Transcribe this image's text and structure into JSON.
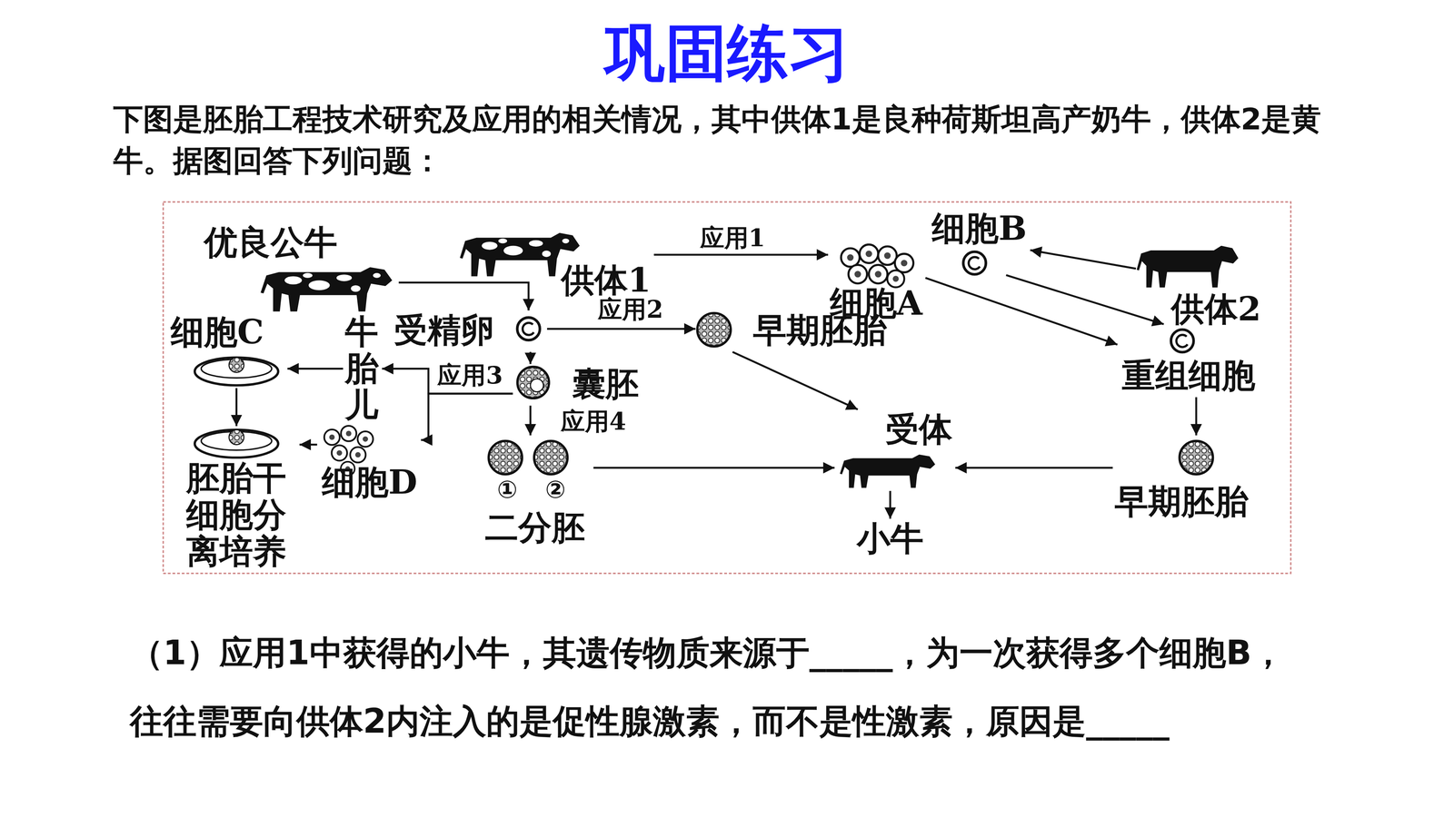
{
  "diagram": {
    "title": "巩固练习",
    "nodes": [
      {
        "text": [
          "优良公牛"
        ]
      },
      {
        "text": [
          "供体1"
        ]
      },
      {
        "text": [
          "细胞A"
        ]
      },
      {
        "text": [
          "细胞B"
        ]
      },
      {
        "text": [
          "供体2"
        ]
      },
      {
        "text": [
          "重组细胞"
        ]
      },
      {
        "text": [
          "受精卵"
        ]
      },
      {
        "text": [
          "早期胚胎"
        ]
      },
      {
        "text": [
          "囊胚"
        ]
      },
      {
        "text": [
          "细胞C"
        ]
      },
      {
        "text": [
          "牛胎儿"
        ]
      },
      {
        "text": [
          "细胞D"
        ]
      },
      {
        "text": [
          "胚胎干细胞分离培养"
        ]
      },
      {
        "text": [
          "二分胚"
        ]
      },
      {
        "text": [
          "受体"
        ]
      },
      {
        "text": [
          "小牛"
        ]
      },
      {
        "text": [
          "早期胚胎"
        ]
      }
    ],
    "edges": [
      {
        "from": 0,
        "to": 6,
        "arrow": "to"
      },
      {
        "from": 1,
        "to": 6,
        "arrow": "to"
      },
      {
        "from": 1,
        "to": 2,
        "label": "应用1",
        "arrow": "to"
      },
      {
        "from": 2,
        "to": 5,
        "arrow": "to"
      },
      {
        "from": 4,
        "to": 3,
        "arrow": "to"
      },
      {
        "from": 3,
        "to": 5,
        "arrow": "to"
      },
      {
        "from": 6,
        "to": 7,
        "label": "应用2",
        "arrow": "to"
      },
      {
        "from": 6,
        "to": 8,
        "arrow": "to"
      },
      {
        "from": 7,
        "to": 14,
        "arrow": "to"
      },
      {
        "from": 8,
        "to": 10,
        "label": "应用3",
        "arrow": "to"
      },
      {
        "from": 8,
        "to": 11,
        "arrow": "to"
      },
      {
        "from": 8,
        "to": 13,
        "label": "应用4",
        "arrow": "to"
      },
      {
        "from": 10,
        "to": 9,
        "arrow": "to"
      },
      {
        "from": 9,
        "to": 12,
        "arrow": "to"
      },
      {
        "from": 11,
        "to": 12,
        "arrow": "to"
      },
      {
        "from": 13,
        "to": 14,
        "arrow": "to"
      },
      {
        "from": 5,
        "to": 16,
        "arrow": "to"
      },
      {
        "from": 16,
        "to": 14,
        "arrow": "to"
      },
      {
        "from": 14,
        "to": 15,
        "arrow": "to"
      }
    ],
    "labels": [
      "①",
      "②",
      "下图是胚胎工程技术研究及应用的相关情况，其中供体1是良种荷斯坦高产奶牛，供体2是黄牛。据图回答下列问题：",
      "（1）应用1中获得的小牛，其遗传物质来源于_____，为一次获得多个细胞B，往往需要向供体2内注入的是促性腺激素，而不是性激素，原因是_____"
    ]
  }
}
